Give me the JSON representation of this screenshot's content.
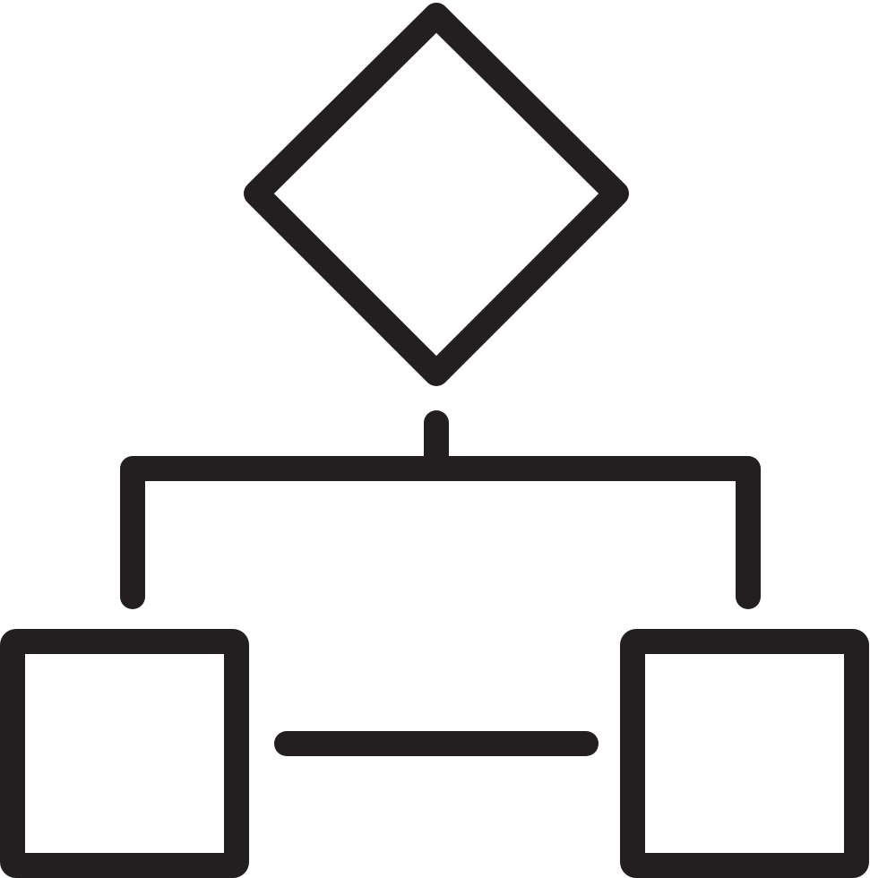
{
  "icon": {
    "name": "flowchart-icon",
    "stroke_color": "#231f20",
    "background_color": "#ffffff"
  },
  "nodes": [
    {
      "id": "decision",
      "shape": "diamond"
    },
    {
      "id": "process-left",
      "shape": "square"
    },
    {
      "id": "process-right",
      "shape": "square"
    }
  ],
  "connectors": [
    {
      "from": "decision",
      "to": [
        "process-left",
        "process-right"
      ],
      "style": "branch"
    },
    {
      "from": "process-left",
      "to": "process-right",
      "style": "line"
    }
  ]
}
